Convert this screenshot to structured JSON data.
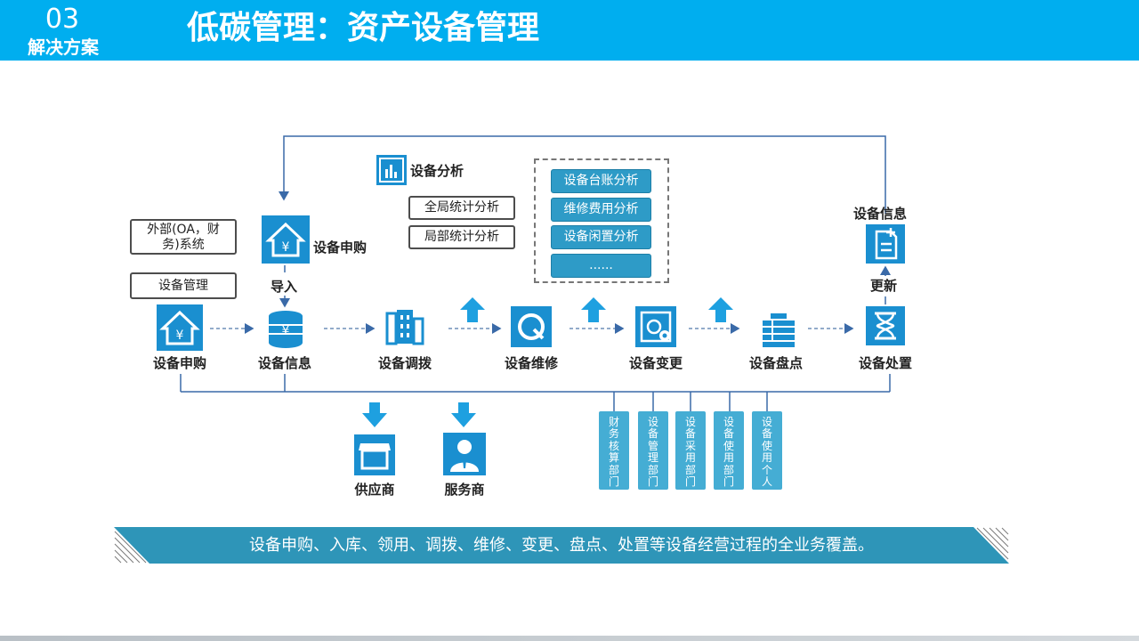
{
  "header": {
    "section_number": "03",
    "section_name": "解决方案",
    "title": "低碳管理：资产设备管理"
  },
  "external_sources": {
    "oa_finance": "外部(OA，财务)系统",
    "equipment_mgmt": "设备管理"
  },
  "top_flow": {
    "apply_label": "设备申购",
    "import_label": "导入"
  },
  "analysis": {
    "title": "设备分析",
    "left_buttons": [
      "全局统计分析",
      "局部统计分析"
    ],
    "right_buttons": [
      "设备台账分析",
      "维修费用分析",
      "设备闲置分析",
      "......"
    ]
  },
  "process_steps": [
    "设备申购",
    "设备信息",
    "设备调拨",
    "设备维修",
    "设备变更",
    "设备盘点",
    "设备处置"
  ],
  "right_loop": {
    "info_label": "设备信息",
    "update_label": "更新"
  },
  "partners": [
    "供应商",
    "服务商"
  ],
  "departments": [
    [
      "财",
      "务",
      "核",
      "算",
      "部",
      "门"
    ],
    [
      "设",
      "备",
      "管",
      "理",
      "部",
      "门"
    ],
    [
      "设",
      "备",
      "采",
      "用",
      "部",
      "门"
    ],
    [
      "设",
      "备",
      "使",
      "用",
      "部",
      "门"
    ],
    [
      "设",
      "备",
      "使",
      "用",
      "个",
      "人"
    ]
  ],
  "banner": {
    "text": "设备申购、入库、领用、调拨、维修、变更、盘点、处置等设备经营过程的全业务覆盖。"
  },
  "colors": {
    "header_bg": "#00AEEF",
    "icon_blue": "#1a8fd0",
    "arrow_blue": "#1ea0e0",
    "pill_blue": "#2e9bc7",
    "banner_bg": "#2e95b8"
  }
}
